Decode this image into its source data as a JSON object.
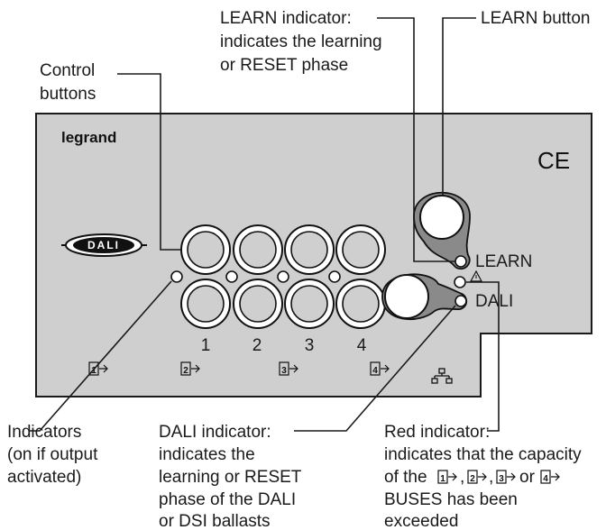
{
  "panel": {
    "brand": "legrand",
    "ce_mark": "CE",
    "dali_logo": "DALI",
    "learn_label": "LEARN",
    "dali_label": "DALI",
    "channel_numbers": [
      "1",
      "2",
      "3",
      "4"
    ],
    "bus_icons": [
      "1",
      "2",
      "3",
      "4"
    ],
    "colors": {
      "panel": "#cfcfcf",
      "indicator_ring": "#8a8a8a",
      "line": "#1a1a1a"
    }
  },
  "callouts": {
    "learn_indicator": [
      "LEARN indicator:",
      "indicates the learning",
      "or RESET phase"
    ],
    "learn_button": [
      "LEARN button"
    ],
    "control_buttons": [
      "Control",
      "buttons"
    ],
    "indicators": [
      "Indicators",
      "(on if output",
      "activated)"
    ],
    "dali_indicator": [
      "DALI indicator:",
      "indicates the",
      "learning or RESET",
      "phase of the DALI",
      "or DSI ballasts"
    ],
    "red_indicator": {
      "line1": "Red indicator:",
      "line2": "indicates that the capacity",
      "line3_of_the": "of the",
      "line3_sep1": ",",
      "line3_sep2": ",",
      "line3_or": "or",
      "line4": "BUSES has been",
      "line5": "exceeded"
    }
  }
}
